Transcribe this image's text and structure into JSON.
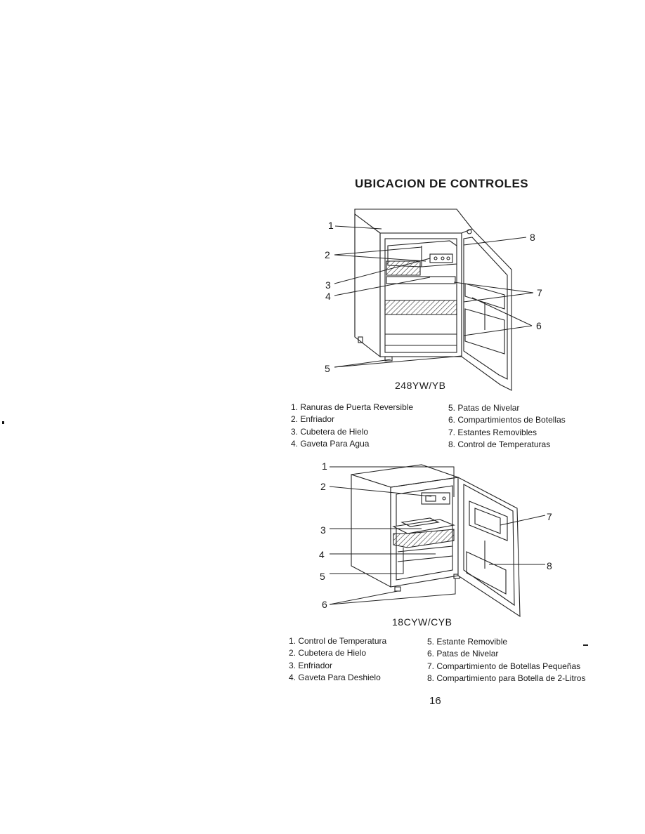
{
  "page": {
    "title": "UBICACION DE CONTROLES",
    "page_number": "16"
  },
  "diagram_a": {
    "model": "248YW/YB",
    "callouts": [
      "1",
      "2",
      "3",
      "4",
      "5",
      "6",
      "7",
      "8"
    ],
    "legend_left": [
      "1. Ranuras de Puerta Reversible",
      "2. Enfriador",
      "3. Cubetera de Hielo",
      "4. Gaveta Para Agua"
    ],
    "legend_right": [
      "5. Patas de Nivelar",
      "6. Compartimientos de Botellas",
      "7. Estantes Removibles",
      "8. Control de Temperaturas"
    ]
  },
  "diagram_b": {
    "model": "18CYW/CYB",
    "callouts": [
      "1",
      "2",
      "3",
      "4",
      "5",
      "6",
      "7",
      "8"
    ],
    "legend_left": [
      "1. Control de Temperatura",
      "2. Cubetera de Hielo",
      "3. Enfriador",
      "4. Gaveta Para Deshielo"
    ],
    "legend_right": [
      "5. Estante Removible",
      "6. Patas de Nivelar",
      "7. Compartimiento de Botellas Pequeñas",
      "8. Compartimiento para Botella de 2-Litros"
    ]
  }
}
